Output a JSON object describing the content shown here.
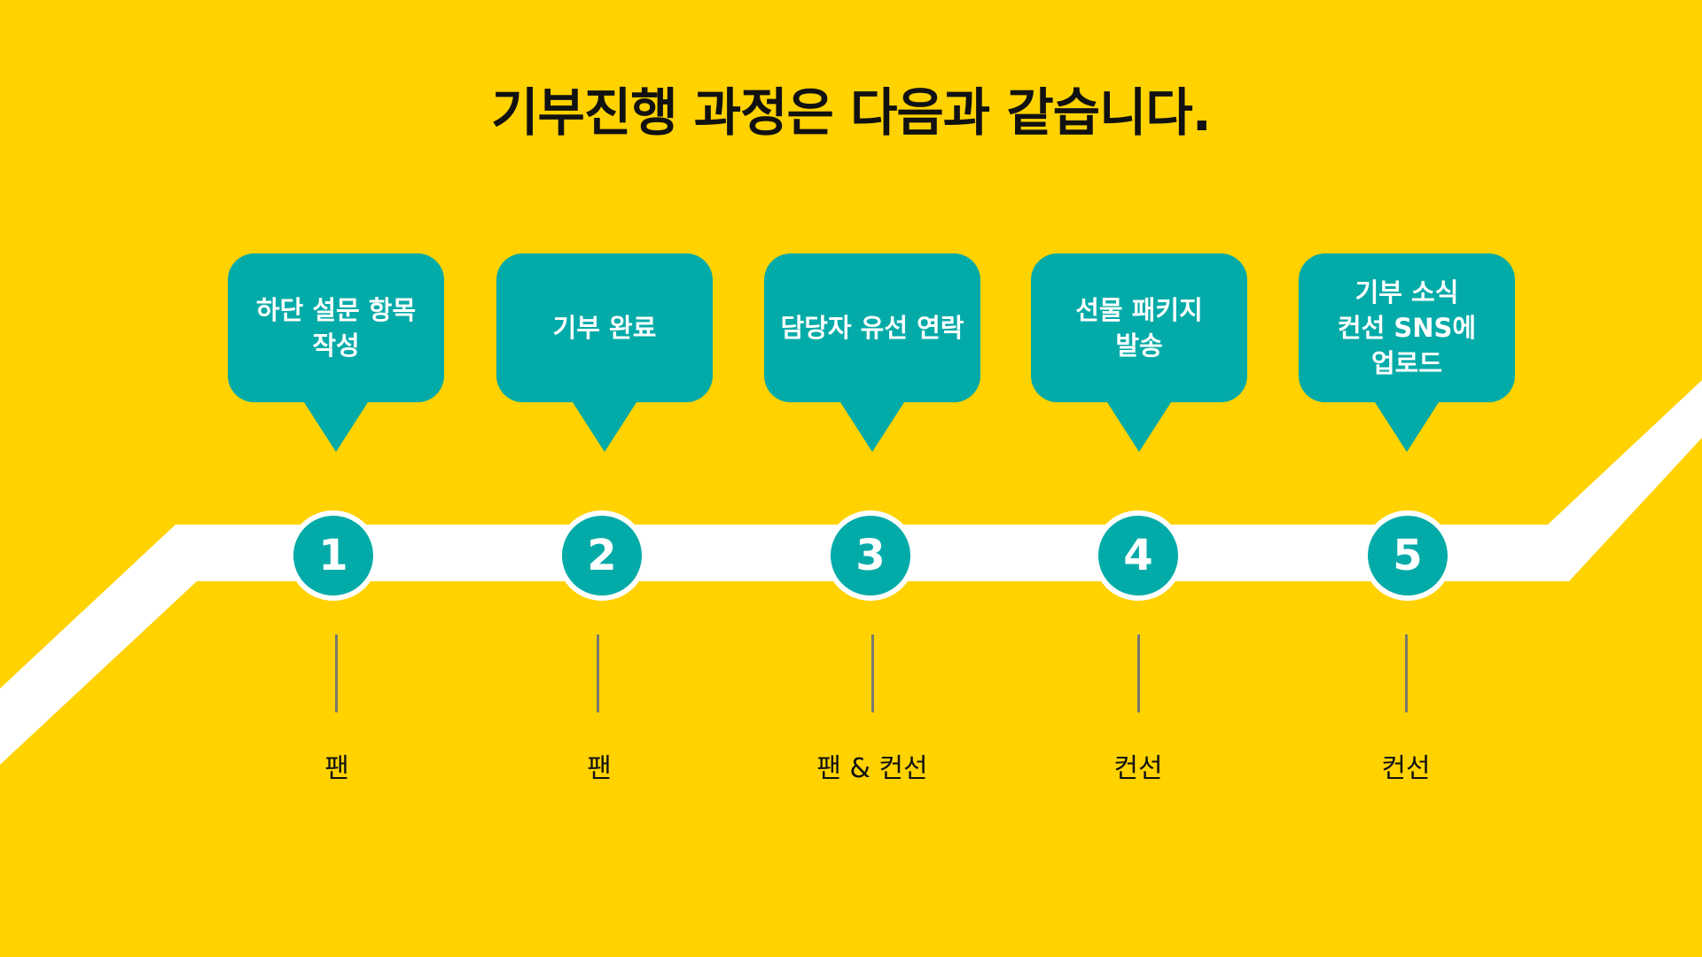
{
  "title": "기부진행 과정은 다음과 같습니다.",
  "colors": {
    "background": "#FFD200",
    "accent": "#03ABA8",
    "road": "#FFFFFF",
    "text": "#111111"
  },
  "steps": [
    {
      "number": "1",
      "text": "하단 설문 항목\n작성",
      "actor": "팬"
    },
    {
      "number": "2",
      "text": "기부 완료",
      "actor": "팬"
    },
    {
      "number": "3",
      "text": "담당자 유선 연락",
      "actor": "팬 & 컨선"
    },
    {
      "number": "4",
      "text": "선물 패키지\n발송",
      "actor": "컨선"
    },
    {
      "number": "5",
      "text": "기부 소식\n컨선 SNS에\n업로드",
      "actor": "컨선"
    }
  ]
}
